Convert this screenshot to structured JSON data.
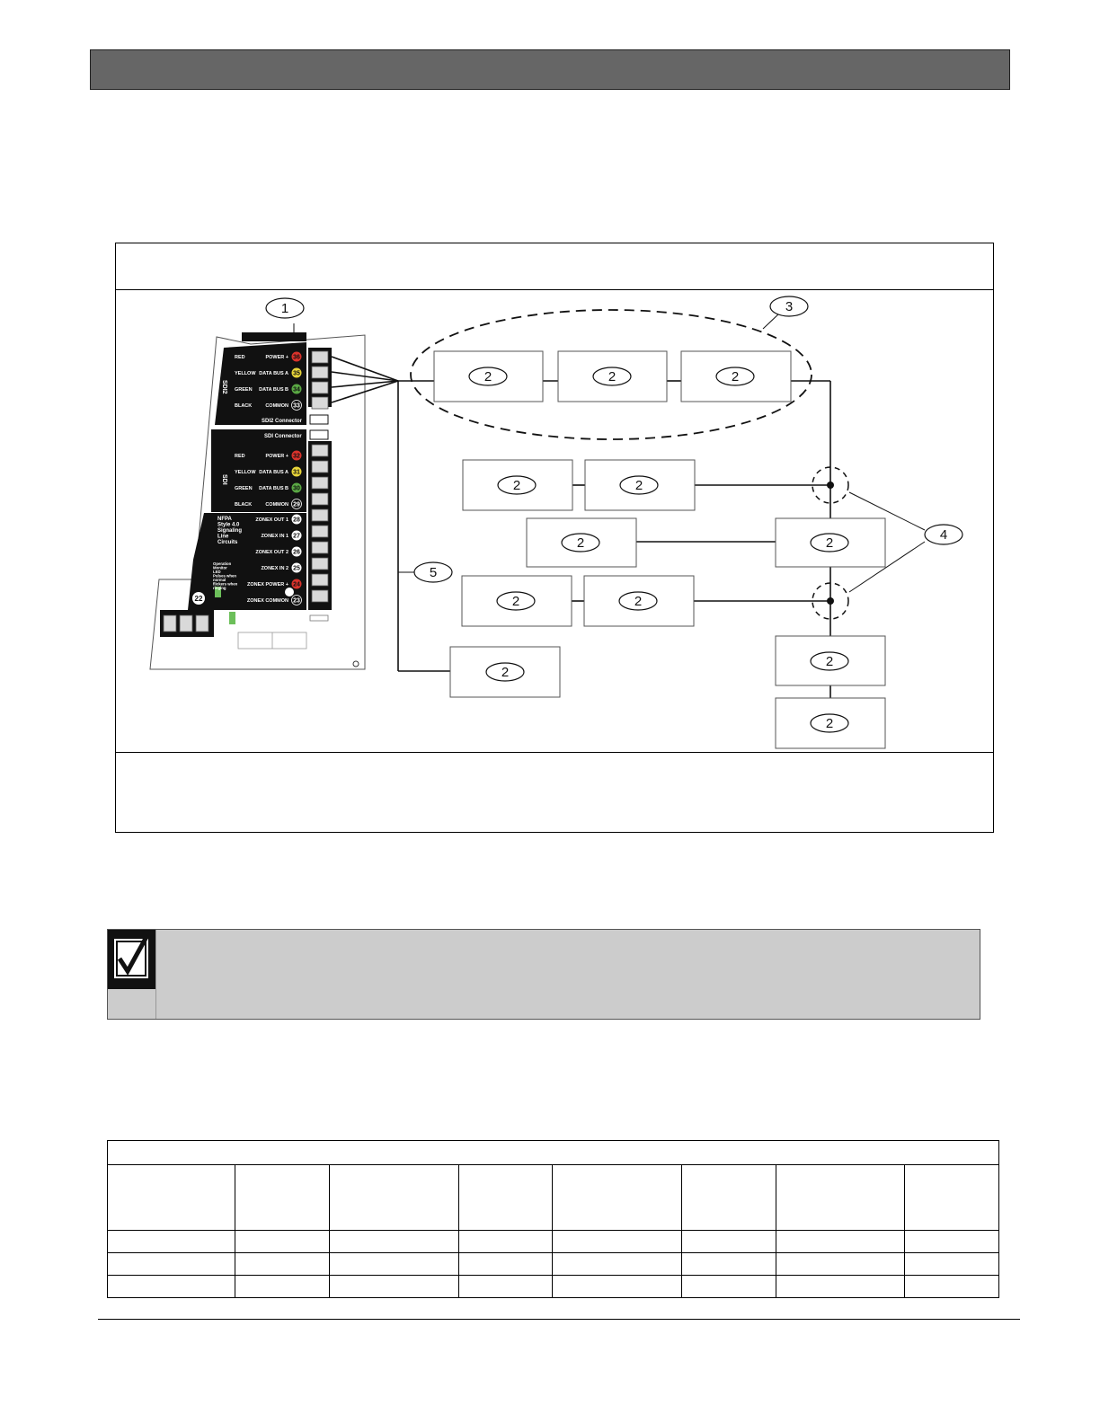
{
  "board": {
    "sdi2_tab": "SDI2",
    "sdi_tab": "SDI",
    "rows_sdi2": [
      {
        "color_word": "RED",
        "signal": "POWER +",
        "terminal": "36",
        "dot": "#d9322b"
      },
      {
        "color_word": "YELLOW",
        "signal": "DATA BUS A",
        "terminal": "35",
        "dot": "#e8d53a"
      },
      {
        "color_word": "GREEN",
        "signal": "DATA BUS B",
        "terminal": "34",
        "dot": "#5aa844"
      },
      {
        "color_word": "BLACK",
        "signal": "COMMON",
        "terminal": "33",
        "dot": "#111111"
      }
    ],
    "sdi2_connector": "SDI2 Connector",
    "sdi_connector": "SDI Connector",
    "rows_sdi": [
      {
        "color_word": "RED",
        "signal": "POWER +",
        "terminal": "32",
        "dot": "#d9322b"
      },
      {
        "color_word": "YELLOW",
        "signal": "DATA BUS A",
        "terminal": "31",
        "dot": "#e8d53a"
      },
      {
        "color_word": "GREEN",
        "signal": "DATA BUS B",
        "terminal": "30",
        "dot": "#5aa844"
      },
      {
        "color_word": "BLACK",
        "signal": "COMMON",
        "terminal": "29",
        "dot": "#111111"
      }
    ],
    "zonex_rows": [
      {
        "signal": "ZONEX OUT 1",
        "terminal": "28",
        "dot": "#ffffff"
      },
      {
        "signal": "ZONEX IN 1",
        "terminal": "27",
        "dot": "#ffffff"
      },
      {
        "signal": "ZONEX OUT 2",
        "terminal": "26",
        "dot": "#ffffff"
      },
      {
        "signal": "ZONEX IN 2",
        "terminal": "25",
        "dot": "#ffffff"
      },
      {
        "signal": "ZONEX POWER +",
        "terminal": "24",
        "dot": "#d9322b"
      },
      {
        "signal": "ZONEX COMMON",
        "terminal": "23",
        "dot": "#111111"
      }
    ],
    "nfpa_lines": [
      "NFPA",
      "Style 4.0",
      "Signaling",
      "Line",
      "Circuits"
    ],
    "led_lines": [
      "Operation",
      "Monitor",
      "LED",
      "Pulses when",
      "normal",
      "flickers when",
      "ringing"
    ],
    "terminal_22": "22"
  },
  "callouts": {
    "c1": "1",
    "c2": "2",
    "c3": "3",
    "c4": "4",
    "c5": "5"
  },
  "colors": {
    "header_bar": "#666666",
    "note_bg": "#cccccc",
    "board_black": "#111111"
  },
  "icons": {
    "note": "checkbox-check-icon"
  }
}
